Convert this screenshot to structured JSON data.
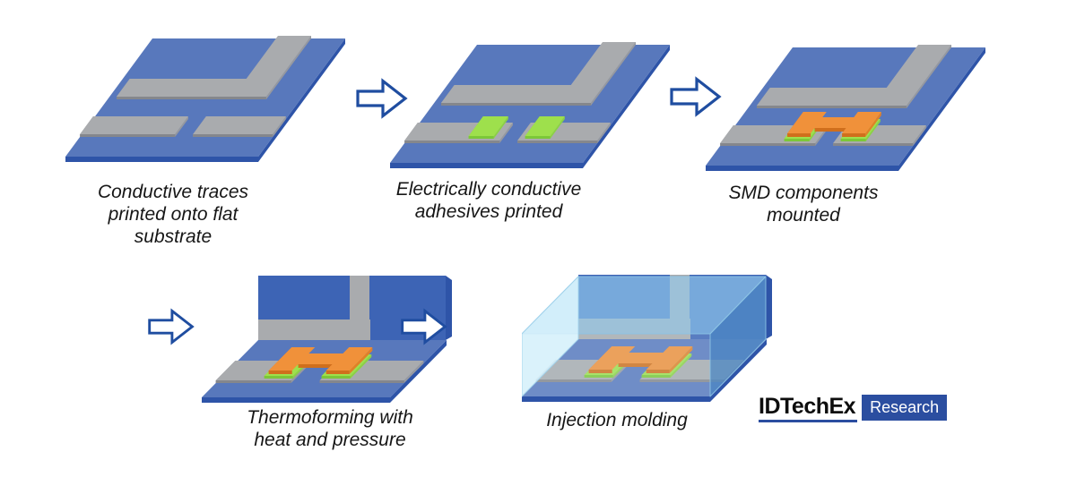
{
  "steps": [
    {
      "text": "Conductive traces printed onto flat substrate",
      "lines": [
        "Conductive traces",
        "printed onto flat",
        "substrate"
      ]
    },
    {
      "text": "Electrically conductive adhesives printed",
      "lines": [
        "Electrically conductive",
        "adhesives printed"
      ]
    },
    {
      "text": "SMD components mounted",
      "lines": [
        "SMD components",
        "mounted"
      ]
    },
    {
      "text": "Thermoforming with heat and pressure",
      "lines": [
        "Thermoforming with",
        "heat and pressure"
      ]
    },
    {
      "text": "Injection molding",
      "lines": [
        "Injection molding"
      ]
    }
  ],
  "logo": {
    "brand": "IDTechEx",
    "suffix": "Research"
  },
  "palette": {
    "accent_blue": "#2B4EA0",
    "substrate_blue": "#5878BC",
    "substrate_edge_navy": "#2E54A8",
    "wall_blue": "#3D64B5",
    "trace_gray": "#A9ABAE",
    "trace_gray_front": "#85878C",
    "trace_gray_side": "#97999E",
    "adhesive_green": "#9EE04C",
    "adhesive_green_front": "#7CC838",
    "adhesive_green_side": "#8BD243",
    "component_orange": "#F0913A",
    "component_orange_front": "#D06F1C",
    "component_orange_side": "#E08028",
    "arrow_outline": "#1F4DA0",
    "mold_light_blue": "rgba(150,205,238,0.66)"
  }
}
